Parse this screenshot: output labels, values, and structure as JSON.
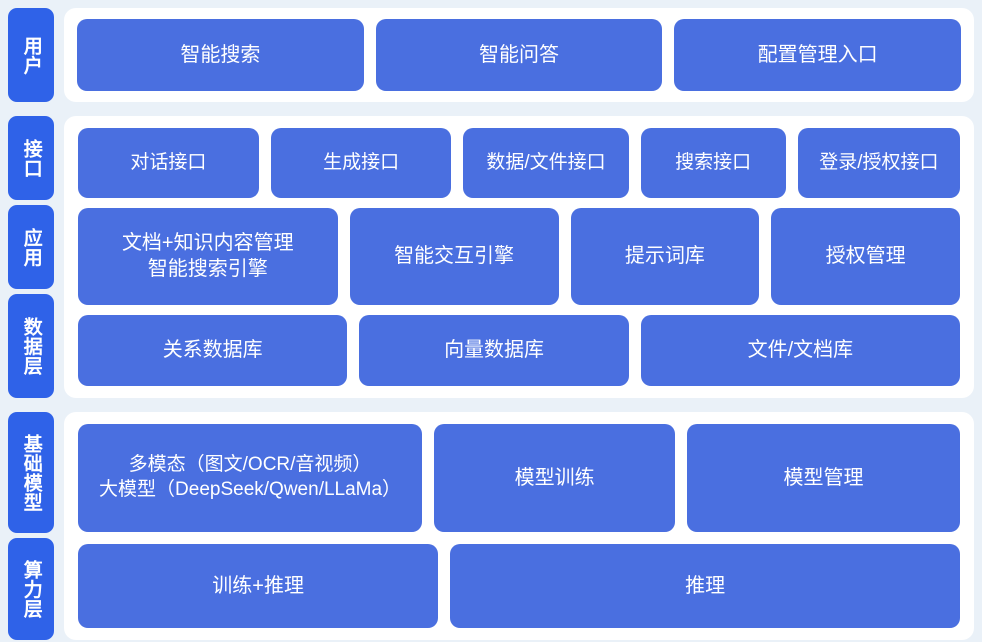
{
  "colors": {
    "background": "#eaf1f8",
    "panel": "#ffffff",
    "tab": "#2f62e8",
    "box": "#4a6fe0",
    "text_on_blue": "#ffffff"
  },
  "bands": [
    {
      "id": "user",
      "tabs": [
        {
          "label": "用户"
        }
      ],
      "rows": [
        {
          "id": "user-entries",
          "boxes": [
            {
              "label": "智能搜索"
            },
            {
              "label": "智能问答"
            },
            {
              "label": "配置管理入口"
            }
          ]
        }
      ]
    },
    {
      "id": "platform",
      "tabs": [
        {
          "label": "接口"
        },
        {
          "label": "应用"
        },
        {
          "label": "数据层"
        }
      ],
      "rows": [
        {
          "id": "interface",
          "boxes": [
            {
              "label": "对话接口"
            },
            {
              "label": "生成接口"
            },
            {
              "label": "数据/文件接口"
            },
            {
              "label": "搜索接口"
            },
            {
              "label": "登录/授权接口"
            }
          ]
        },
        {
          "id": "application",
          "boxes": [
            {
              "line1": "文档+知识内容管理",
              "line2": "智能搜索引擎"
            },
            {
              "label": "智能交互引擎"
            },
            {
              "label": "提示词库"
            },
            {
              "label": "授权管理"
            }
          ]
        },
        {
          "id": "data",
          "boxes": [
            {
              "label": "关系数据库"
            },
            {
              "label": "向量数据库"
            },
            {
              "label": "文件/文档库"
            }
          ]
        }
      ]
    },
    {
      "id": "foundation",
      "tabs": [
        {
          "label": "基础模型"
        },
        {
          "label": "算力层"
        }
      ],
      "rows": [
        {
          "id": "model",
          "boxes": [
            {
              "line1": "多模态（图文/OCR/音视频）",
              "line2": "大模型（DeepSeek/Qwen/LLaMa）"
            },
            {
              "label": "模型训练"
            },
            {
              "label": "模型管理"
            }
          ]
        },
        {
          "id": "compute",
          "boxes": [
            {
              "label": "训练+推理"
            },
            {
              "label": "推理"
            }
          ]
        }
      ]
    }
  ]
}
